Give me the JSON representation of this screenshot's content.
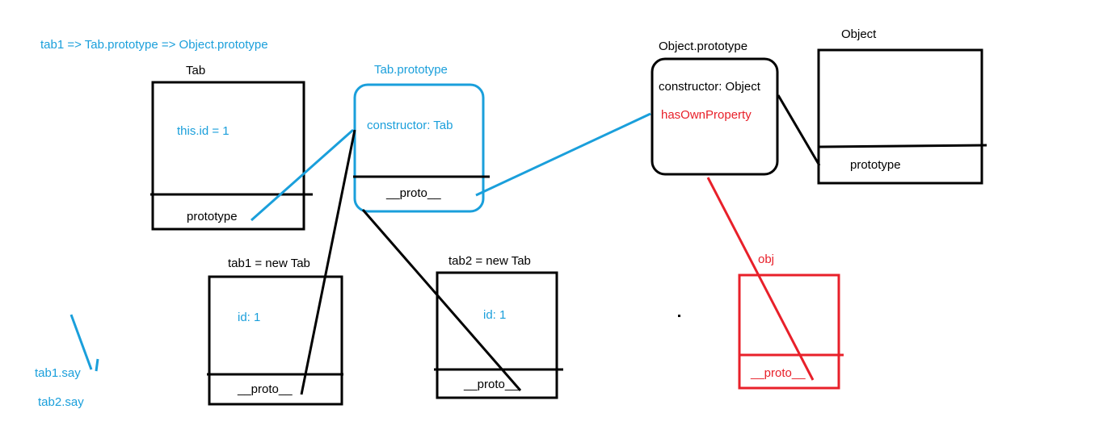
{
  "header_note": "tab1  => Tab.prototype => Object.prototype",
  "tab_box": {
    "title": "Tab",
    "content": "this.id = 1",
    "footer": "prototype"
  },
  "tab_prototype_box": {
    "title": "Tab.prototype",
    "content": "constructor: Tab",
    "footer": "__proto__"
  },
  "object_prototype_box": {
    "title": "Object.prototype",
    "content": "constructor: Object",
    "method": "hasOwnProperty"
  },
  "object_box": {
    "title": "Object",
    "footer": "prototype"
  },
  "tab1_box": {
    "title": "tab1 = new Tab",
    "content": "id: 1",
    "footer": "__proto__"
  },
  "tab2_box": {
    "title": "tab2 = new Tab",
    "content": "id: 1",
    "footer": "__proto__"
  },
  "obj_box": {
    "title": "obj",
    "footer": "__proto__"
  },
  "side_notes": [
    "tab1.say",
    "tab2.say"
  ],
  "colors": {
    "black": "#000000",
    "blue": "#1a9fdb",
    "red": "#e8202a"
  }
}
